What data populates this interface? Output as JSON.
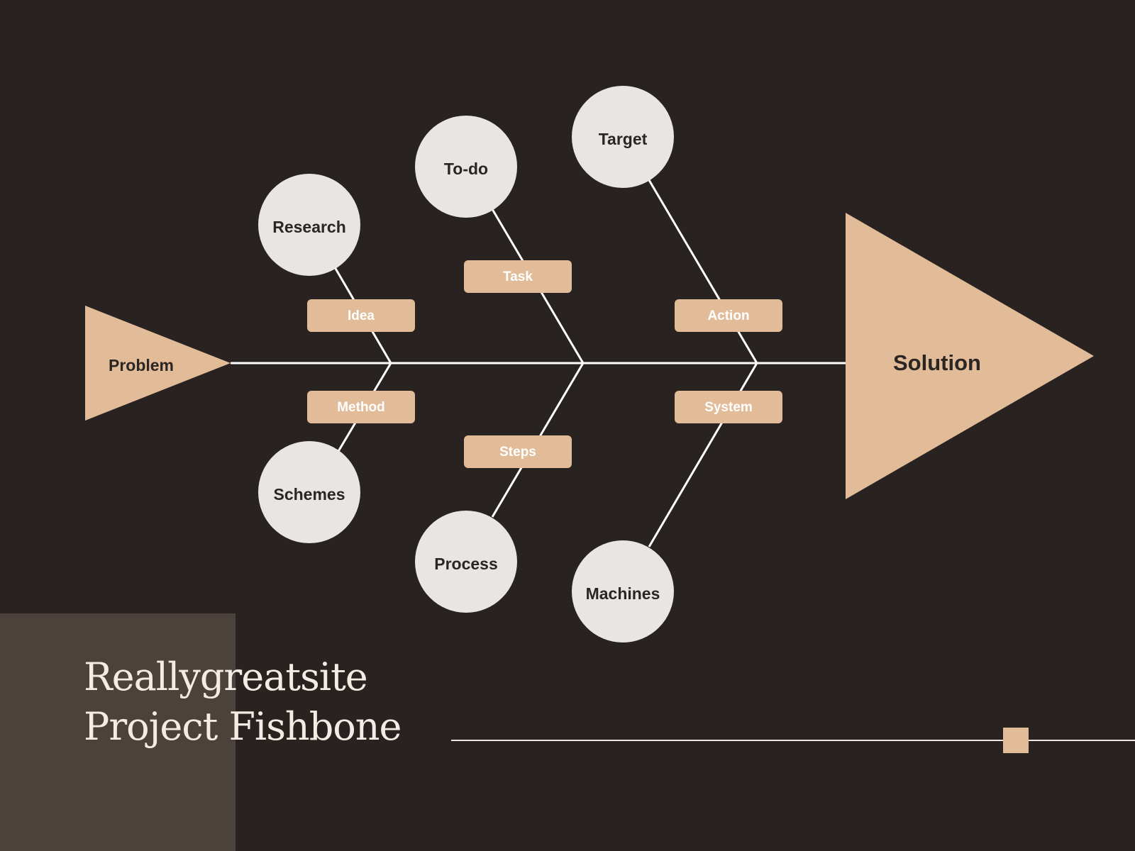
{
  "colors": {
    "background": "#282321",
    "panel": "#4a423b",
    "accent": "#e2bc98",
    "circle": "#e8e5e3",
    "line": "#ffffff",
    "dark_text": "#2b2523",
    "light_text": "#f4ece4"
  },
  "diagram": {
    "problem": "Problem",
    "solution": "Solution",
    "causes_top": [
      {
        "category": "Idea",
        "item": "Research"
      },
      {
        "category": "Task",
        "item": "To-do"
      },
      {
        "category": "Action",
        "item": "Target"
      }
    ],
    "causes_bottom": [
      {
        "category": "Method",
        "item": "Schemes"
      },
      {
        "category": "Steps",
        "item": "Process"
      },
      {
        "category": "System",
        "item": "Machines"
      }
    ]
  },
  "footer": {
    "brand": "Reallygreatsite",
    "title": "Project Fishbone"
  }
}
